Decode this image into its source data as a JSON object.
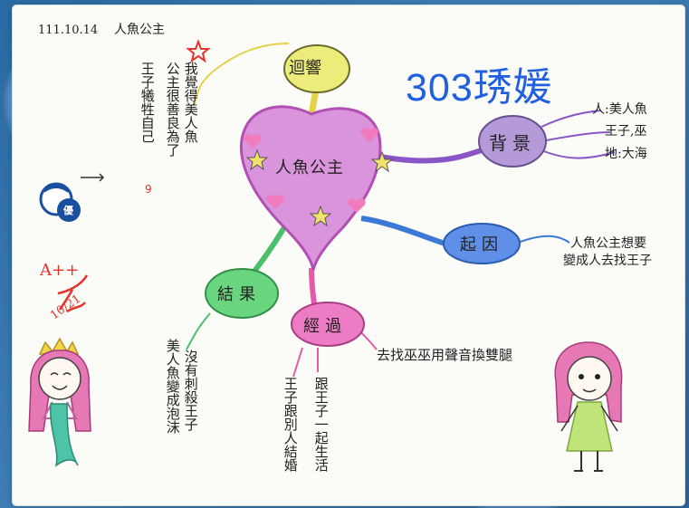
{
  "date": "111.10.14",
  "topic_note": "人魚公主",
  "title": "303琇媛",
  "center_label": "人魚公主",
  "nodes": {
    "reflection": "迴響",
    "background": "背景",
    "cause": "起因",
    "process": "經過",
    "result": "結果"
  },
  "reflection_text": [
    "我覺得美人魚",
    "公主很善良為了",
    "王子犧牲自己"
  ],
  "background_details": [
    "人:美人魚",
    "王子,巫",
    "地:大海"
  ],
  "cause_detail": [
    "人魚公主想要",
    "變成人去找王子"
  ],
  "process_details": [
    "去找巫巫用聲音換雙腿",
    "跟王子一起生活",
    "王子跟別人結婚"
  ],
  "result_details": [
    "沒有刺殺王子",
    "美人魚變成泡沫"
  ],
  "grade_mark": "A++",
  "grade_date": "10/21",
  "stamp": "優",
  "colors": {
    "title_blue": "#1f5fe0",
    "heart": "#d994dc",
    "yellow": "#ecec7a",
    "purple": "#b59ad8",
    "blue": "#5f8fe6",
    "green": "#69d67f",
    "pink": "#ec7cc4"
  }
}
